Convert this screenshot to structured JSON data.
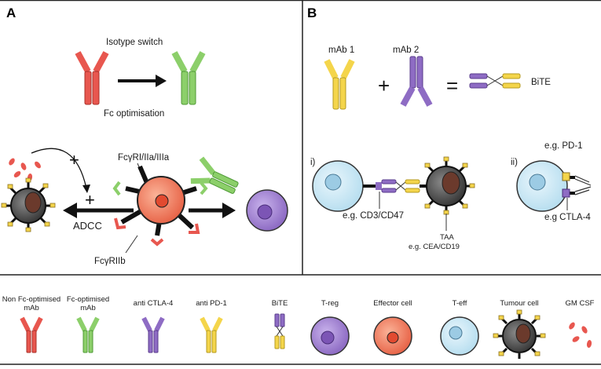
{
  "panels": {
    "a": "A",
    "b": "B"
  },
  "panel_a": {
    "isotype_switch": "Isotype switch",
    "fc_optimisation": "Fc optimisation",
    "receptor_activating": "FcγRI/IIa/IIIa",
    "receptor_inhibitory": "FcγRIIb",
    "adcc": "ADCC",
    "plus_top": "+",
    "plus_mid": "+",
    "minus": "–"
  },
  "panel_b": {
    "mab1": "mAb 1",
    "mab2": "mAb 2",
    "plus": "+",
    "equals": "=",
    "bite": "BiTE",
    "roman_i": "i)",
    "roman_ii": "ii)",
    "cd3": "e.g. CD3/CD47",
    "taa": "TAA",
    "cea": "e.g. CEA/CD19",
    "pd1": "e.g. PD-1",
    "ctla4": "e.g CTLA-4"
  },
  "legend": {
    "non_fc": [
      "Non Fc-optimised",
      "mAb"
    ],
    "fc_opt": [
      "Fc-optimised",
      "mAb"
    ],
    "anti_ctla4": "anti CTLA-4",
    "anti_pd1": "anti PD-1",
    "bite": "BiTE",
    "treg": "T-reg",
    "effector": "Effector cell",
    "teff": "T-eff",
    "tumour": "Tumour cell",
    "gmcsf": "GM CSF"
  },
  "colors": {
    "red": "#e8574f",
    "green": "#8ccf6a",
    "yellow": "#f4d54b",
    "purple": "#8e6cc4",
    "effector": "#f08060",
    "teff": "#cfeaf6",
    "treg": "#a98bd8",
    "tumour": "#5c5c5c"
  }
}
